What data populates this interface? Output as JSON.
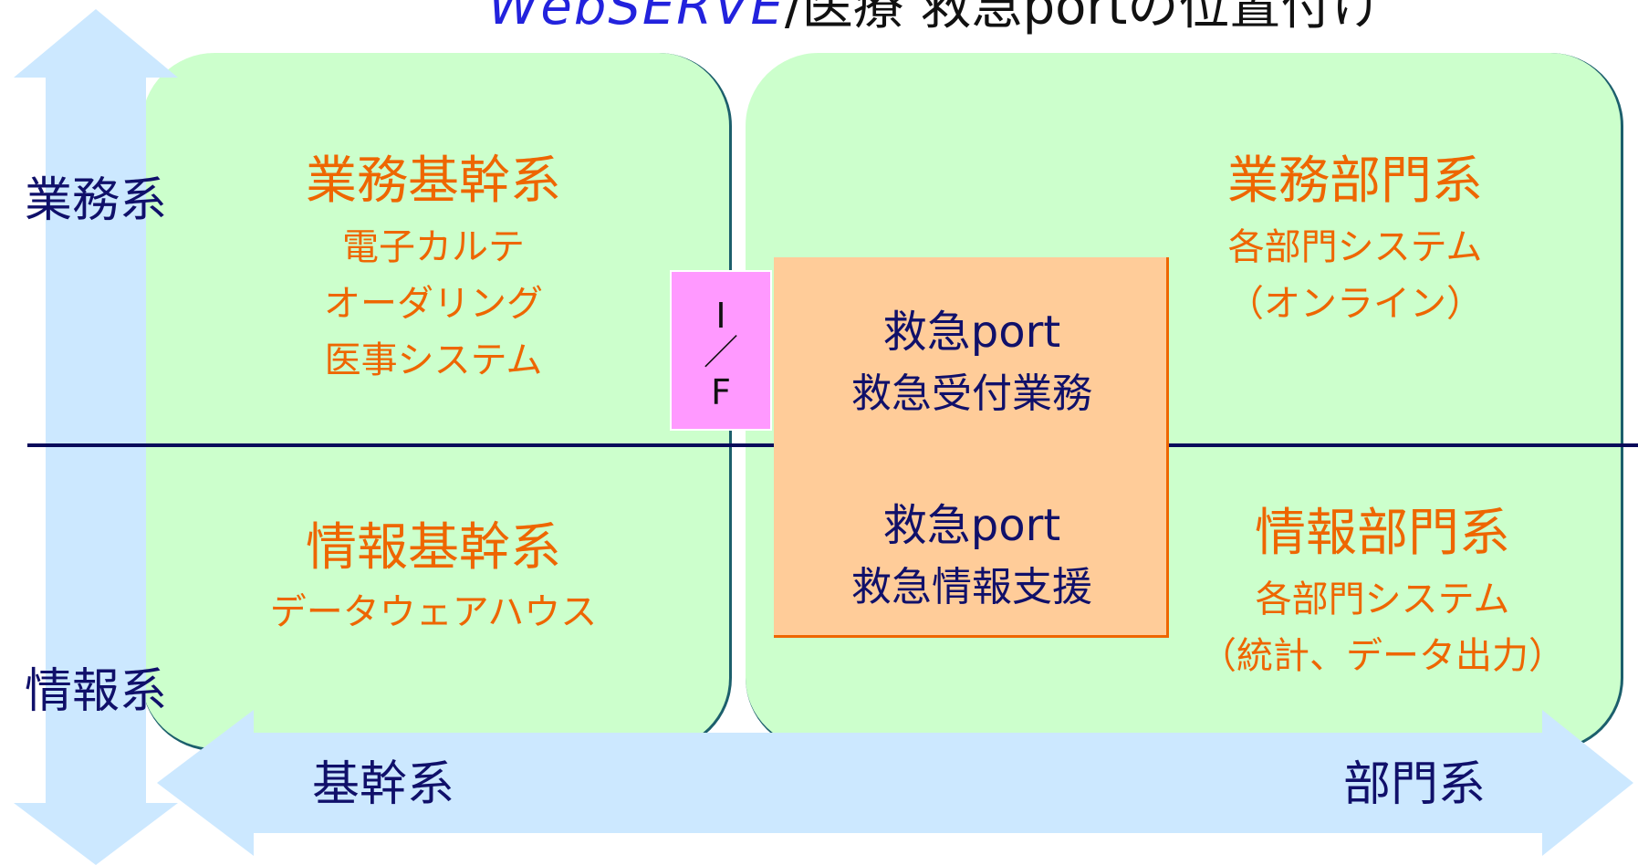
{
  "title": {
    "brand": "WebSERVE",
    "rest": "/医療 救急portの位置付け"
  },
  "axes": {
    "top": "業務系",
    "bottom": "情報系",
    "left": "基幹系",
    "right": "部門系"
  },
  "quadrants": {
    "business_core": {
      "title": "業務基幹系",
      "items": [
        "電子カルテ",
        "オーダリング",
        "医事システム"
      ]
    },
    "business_dept": {
      "title": "業務部門系",
      "items": [
        "各部門システム",
        "（オンライン）"
      ]
    },
    "info_core": {
      "title": "情報基幹系",
      "items": [
        "データウェアハウス"
      ]
    },
    "info_dept": {
      "title": "情報部門系",
      "items": [
        "各部門システム",
        "（統計、データ出力）"
      ]
    }
  },
  "interface": {
    "top": "I",
    "mid": "／",
    "bottom": "F"
  },
  "port": {
    "upper": {
      "title": "救急port",
      "subtitle": "救急受付業務"
    },
    "lower": {
      "title": "救急port",
      "subtitle": "救急情報支援"
    }
  },
  "colors": {
    "panel": "#ccffcc",
    "arrow": "#cce8ff",
    "heading": "#ee6600",
    "axis_text": "#10106a",
    "port_box": "#ffcc99",
    "interface_box": "#ff99ff"
  }
}
